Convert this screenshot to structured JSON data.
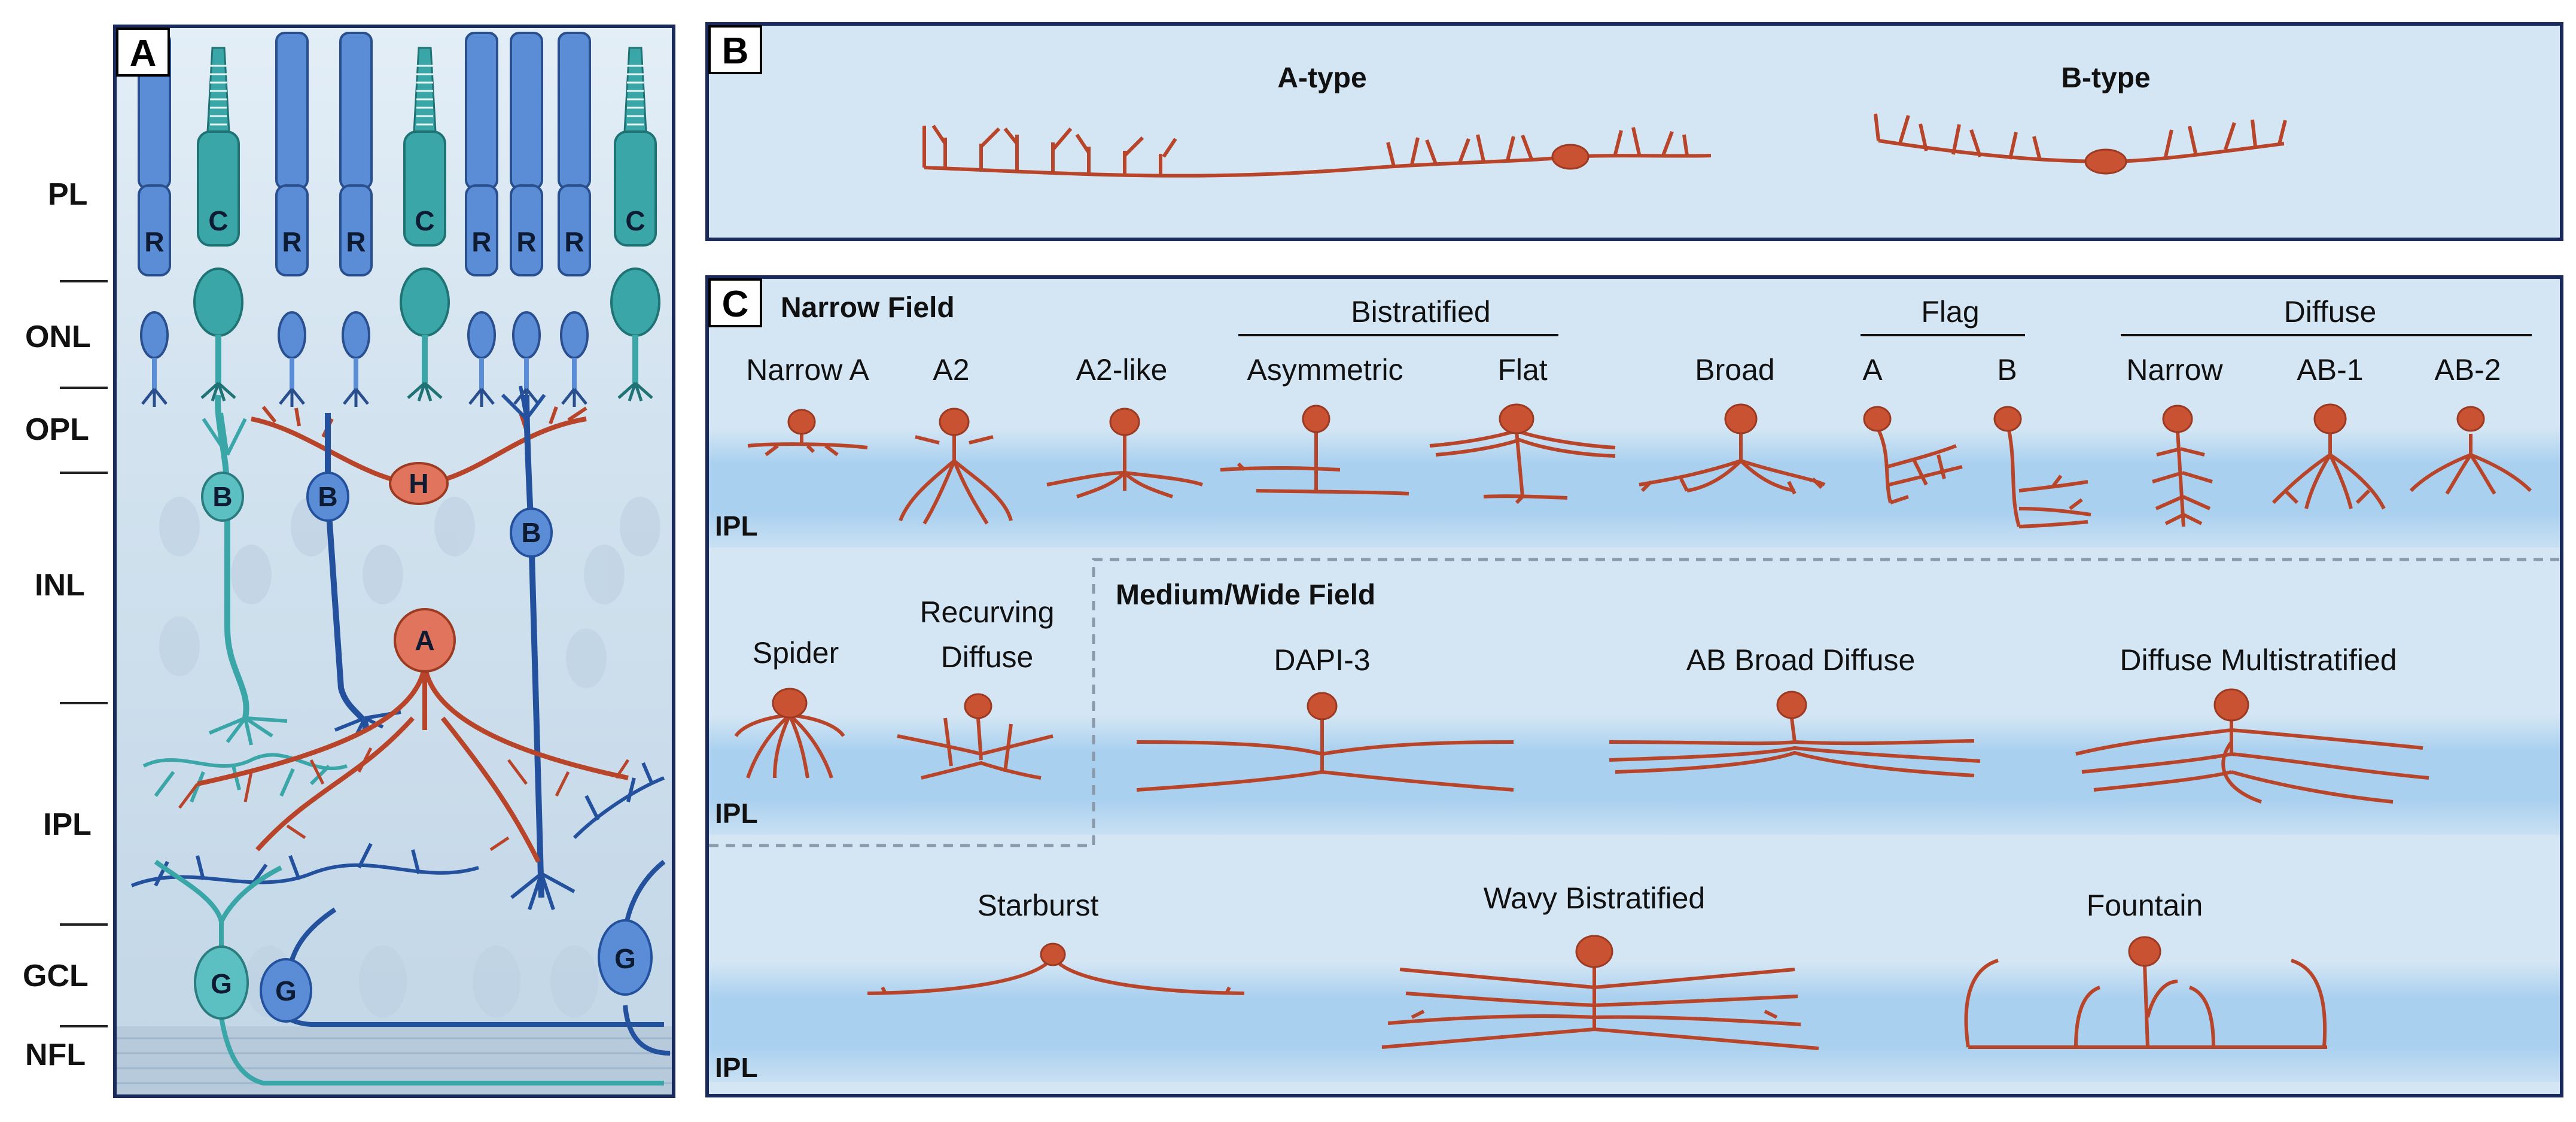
{
  "colors": {
    "rod": "#5b8dd6",
    "cone": "#3aa6a8",
    "amacrine": "#b8452a",
    "bipolar_dark": "#24519e",
    "panel_bg": "#d4e6f4",
    "ipl_band": "#a9d0ef",
    "panel_border": "#1a2a5c"
  },
  "panel_a": {
    "letter": "A",
    "layers": [
      "PL",
      "ONL",
      "OPL",
      "INL",
      "IPL",
      "GCL",
      "NFL"
    ],
    "photoreceptors": [
      "R",
      "C",
      "R",
      "R",
      "C",
      "R",
      "R",
      "R",
      "C"
    ],
    "bipolars": [
      "B",
      "B",
      "B"
    ],
    "horizontal": "H",
    "amacrine": "A",
    "ganglions": [
      "G",
      "G",
      "G"
    ]
  },
  "panel_b": {
    "letter": "B",
    "types": [
      "A-type",
      "B-type"
    ]
  },
  "panel_c": {
    "letter": "C",
    "narrow_field": {
      "title": "Narrow Field",
      "groups": {
        "bistratified": "Bistratified",
        "flag": "Flag",
        "diffuse": "Diffuse"
      },
      "cells": [
        "Narrow A",
        "A2",
        "A2-like",
        "Asymmetric",
        "Flat",
        "Broad",
        "A",
        "B",
        "Narrow",
        "AB-1",
        "AB-2"
      ],
      "row2_cells": [
        "Spider",
        "Recurving",
        "Diffuse"
      ]
    },
    "medium_wide_field": {
      "title": "Medium/Wide Field",
      "cells": [
        "DAPI-3",
        "AB Broad Diffuse",
        "Diffuse Multistratified"
      ],
      "row3_cells": [
        "Starburst",
        "Wavy Bistratified",
        "Fountain"
      ]
    },
    "ipl_label": "IPL"
  }
}
